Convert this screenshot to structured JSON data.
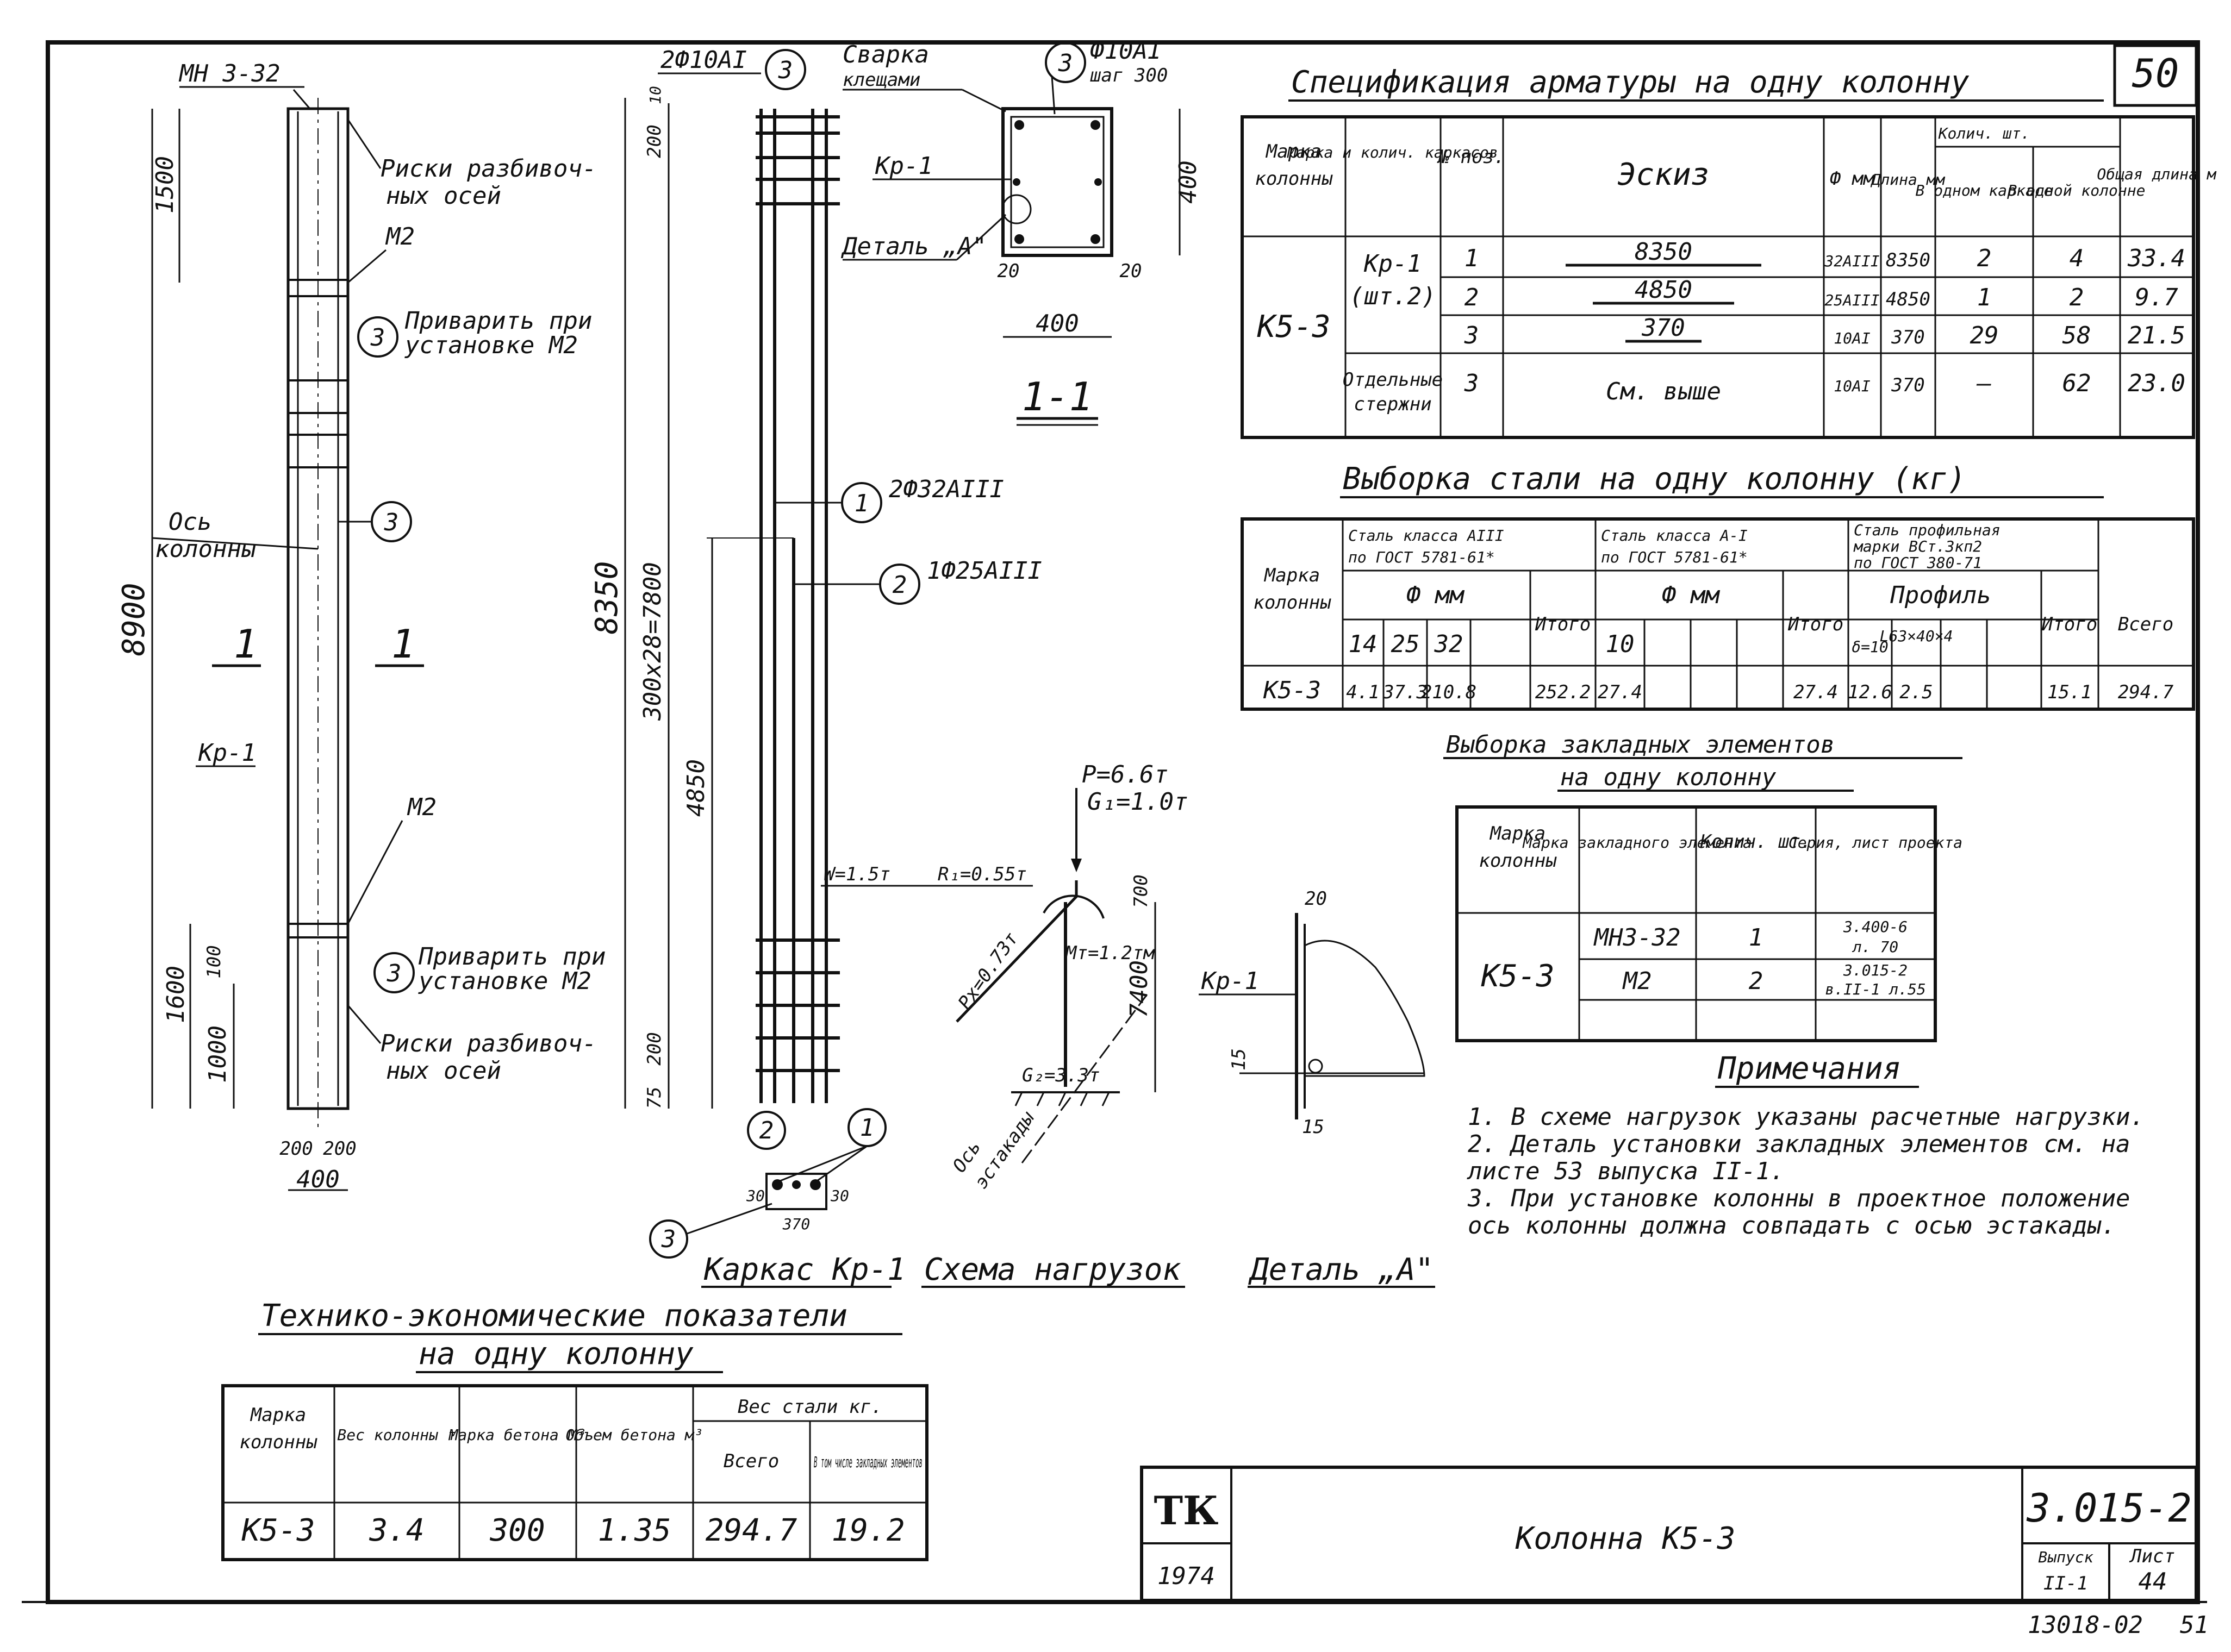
{
  "sheet_number": "50",
  "column": {
    "top_embed": "МН 3-32",
    "dim_1500": "1500",
    "dim_8900": "8900",
    "dim_1600": "1600",
    "dim_100": "100",
    "dim_1000": "1000",
    "dim_200": "200",
    "dim_200b": "200",
    "dim_400": "400",
    "note_axes_top": [
      "Риски разбивоч-",
      "ных осей"
    ],
    "note_axes_bottom": [
      "Риски разбивоч-",
      "ных осей"
    ],
    "note_weld_top": [
      "Приварить при",
      "установке М2"
    ],
    "note_weld_bottom": [
      "Приварить при",
      "установке М2"
    ],
    "m2_top": "М2",
    "m2_bottom": "М2",
    "axis_label": [
      "Ось",
      "колонны"
    ],
    "section_label_left": "1",
    "section_label_right": "1",
    "frame_label": "Кр-1",
    "bubble_3": "3"
  },
  "frame": {
    "top_label": "2Ф10АI",
    "dim_10": "10",
    "dim_200": "200",
    "dim_8350": "8350",
    "dim_spacing": "300x28=7800",
    "dim_4850": "4850",
    "dim_75": "75",
    "dim_200b": "200",
    "bar1": "2Ф32АIII",
    "bar2": "1Ф25АIII",
    "title": "Каркас Кр-1",
    "sec_30a": "30",
    "sec_30b": "30",
    "sec_370": "370",
    "bubble_1": "1",
    "bubble_2": "2",
    "bubble_3": "3"
  },
  "section": {
    "weld_note": [
      "Сварка",
      "клещами"
    ],
    "bar_note": [
      "Ф10АI",
      "шаг 300"
    ],
    "kr": "Кр-1",
    "detail": "Деталь „А\"",
    "dim_400v": "400",
    "dim_400h": "400",
    "dim_20a": "20",
    "dim_20b": "20",
    "title": "1-1",
    "bubble_3": "3"
  },
  "load": {
    "p": "Р=6.6т",
    "g1": "G₁=1.0т",
    "w": "W=1.5т",
    "r1": "R₁=0.55т",
    "rx": "Рх=0.73т",
    "mt": "Мт=1.2тм",
    "g2": "G₂=3.3т",
    "dim_7400": "7400",
    "dim_700": "700",
    "axis": [
      "Ось",
      "эстакады"
    ],
    "title": "Схема нагрузок"
  },
  "detail_a": {
    "kr": "Кр-1",
    "dim_20": "20",
    "dim_15a": "15",
    "dim_15b": "15",
    "title": "Деталь „А\""
  },
  "spec": {
    "title": "Спецификация арматуры на одну колонну",
    "headers": [
      "Марка колонны",
      "Марка и колич. каркасов",
      "№ поз.",
      "Эскиз",
      "Ф мм",
      "Длина мм",
      "Колич. шт.",
      "В одном каркасе",
      "В одной колонне",
      "Общая длина м"
    ],
    "mark": "К5-3",
    "frame": [
      "Кр-1",
      "(шт.2)"
    ],
    "separate": [
      "Отдельные",
      "стержни"
    ],
    "rows": [
      {
        "pos": "1",
        "sketch": "8350",
        "dia": "32АIII",
        "len": "8350",
        "in_frame": "2",
        "in_col": "4",
        "total": "33.4"
      },
      {
        "pos": "2",
        "sketch": "4850",
        "dia": "25АIII",
        "len": "4850",
        "in_frame": "1",
        "in_col": "2",
        "total": "9.7"
      },
      {
        "pos": "3",
        "sketch": "370",
        "dia": "10АI",
        "len": "370",
        "in_frame": "29",
        "in_col": "58",
        "total": "21.5"
      },
      {
        "pos": "3",
        "sketch": "См. выше",
        "dia": "10АI",
        "len": "370",
        "in_frame": "—",
        "in_col": "62",
        "total": "23.0"
      }
    ]
  },
  "steel": {
    "title": "Выборка стали на одну колонну (кг)",
    "h_mark": "Марка колонны",
    "h_a3": [
      "Сталь класса АIII",
      "по ГОСТ 5781-61*"
    ],
    "h_a1": [
      "Сталь класса А-I",
      "по ГОСТ 5781-61*"
    ],
    "h_prof": [
      "Сталь профильная",
      "марки ВСт.3кп2",
      "по ГОСТ 380-71"
    ],
    "h_fmm_a": "Ф мм",
    "h_fmm_b": "Ф мм",
    "h_profile": "Профиль",
    "h_itogo_a": "Итого",
    "h_itogo_b": "Итого",
    "h_itogo_c": "Итого",
    "h_total": "Всего",
    "d14": "14",
    "d25": "25",
    "d32": "32",
    "d10": "10",
    "p1": "δ=10",
    "p2": "L63×40×4",
    "row": {
      "mark": "К5-3",
      "v14": "4.1",
      "v25": "37.3",
      "v32": "210.8",
      "it1": "252.2",
      "v10": "27.4",
      "it2": "27.4",
      "pa": "12.6",
      "pb": "2.5",
      "it3": "15.1",
      "total": "294.7"
    }
  },
  "embed": {
    "title": [
      "Выборка закладных элементов",
      "на одну колонну"
    ],
    "headers": [
      "Марка колонны",
      "Марка закладного элемента",
      "Колич. шт.",
      "Серия, лист проекта"
    ],
    "mark": "К5-3",
    "rows": [
      {
        "el": "МН3-32",
        "qty": "1",
        "ser": [
          "3.400-6",
          "л. 70"
        ]
      },
      {
        "el": "М2",
        "qty": "2",
        "ser": [
          "3.015-2",
          "в.II-1 л.55"
        ]
      }
    ]
  },
  "notes": {
    "title": "Примечания",
    "lines": [
      "1. В схеме нагрузок указаны расчетные нагрузки.",
      "2. Деталь установки закладных элементов см. на",
      "    листе        53       выпуска   II-1.",
      "3. При установке колонны в проектное положение",
      "    ось колонны должна совпадать с осью эстакады."
    ]
  },
  "tech": {
    "title": [
      "Технико-экономические показатели",
      "на одну колонну"
    ],
    "headers": [
      "Марка колонны",
      "Вес колонны т",
      "Марка бетона М³",
      "Объем бетона м³",
      "Вес стали кг.",
      "Всего",
      "В том числе закладных элементов"
    ],
    "row": {
      "mark": "К5-3",
      "weight": "3.4",
      "grade": "300",
      "volume": "1.35",
      "steel": "294.7",
      "embed": "19.2"
    }
  },
  "stamp": {
    "logo": "ТК",
    "year": "1974",
    "title": "Колонна К5-3",
    "code": "3.015-2",
    "issue_label": "Выпуск",
    "issue": "II-1",
    "sheet_label": "Лист",
    "sheet": "44",
    "archive": "13018-02",
    "archive2": "51"
  }
}
